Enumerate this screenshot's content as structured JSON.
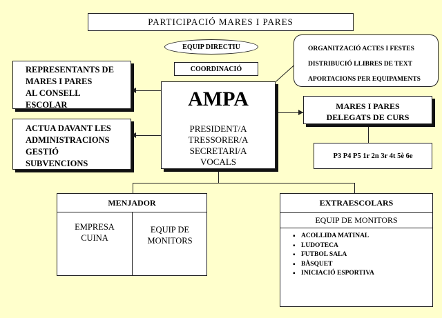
{
  "title": "PARTICIPACIÓ   MARES I    PARES",
  "equip_directiu": "EQUIP DIRECTIU",
  "coordinacio": "COORDINACIÓ",
  "ampa": {
    "title": "AMPA",
    "roles": [
      "PRESIDENT/A",
      "TRESSORER/A",
      "SECRETARI/A",
      "VOCALS"
    ]
  },
  "representants": [
    "REPRESENTANTS DE",
    "MARES I PARES",
    "AL CONSELL",
    "ESCOLAR"
  ],
  "actua": [
    "ACTUA DAVANT LES",
    "ADMINISTRACIONS",
    "GESTIÓ",
    "SUBVENCIONS"
  ],
  "activities": [
    "ORGANITZACIÓ ACTES I FESTES",
    "DISTRIBUCIÓ LLIBRES DE TEXT",
    "APORTACIONS PER EQUIPAMENTS"
  ],
  "delegats": [
    "MARES I PARES",
    "DELEGATS DE CURS"
  ],
  "courses": "P3 P4 P5 1r 2n 3r 4t 5è 6e",
  "menjador": {
    "title": "MENJADOR",
    "empresa": [
      "EMPRESA",
      "CUINA"
    ],
    "equip": [
      "EQUIP DE",
      "MONITORS"
    ]
  },
  "extraescolars": {
    "title": "EXTRAESCOLARS",
    "subtitle": "EQUIP DE MONITORS",
    "items": [
      "ACOLLIDA MATINAL",
      "LUDOTECA",
      "FUTBOL SALA",
      "BÀSQUET",
      "INICIACIÓ ESPORTIVA"
    ]
  },
  "colors": {
    "background": "#ffffcc",
    "box": "#ffffff",
    "line": "#222222"
  }
}
